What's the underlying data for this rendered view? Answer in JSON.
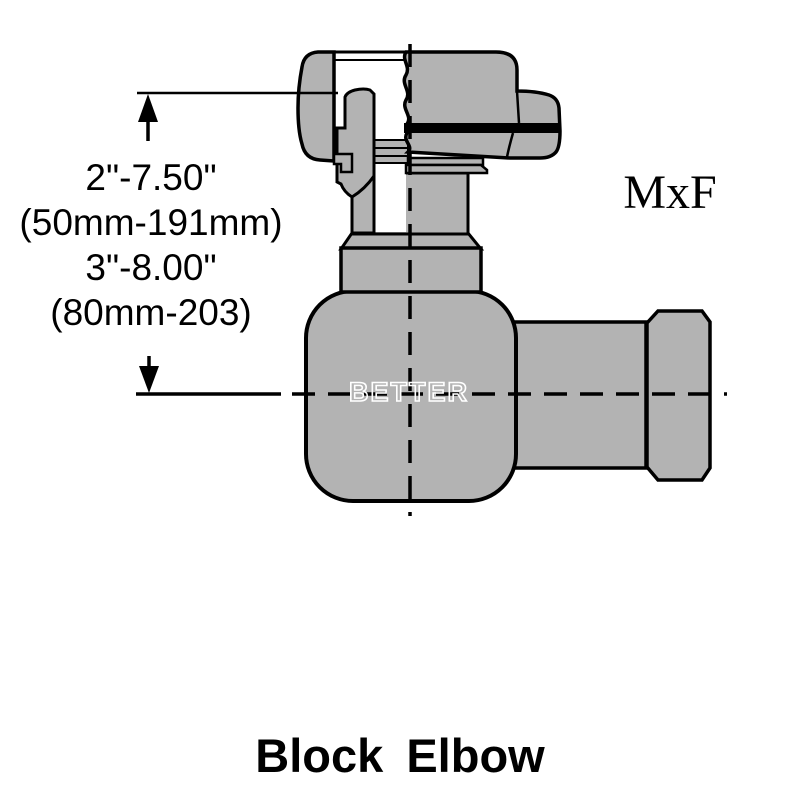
{
  "figure": {
    "dimension_label": {
      "lines": [
        "2\"-7.50\"",
        "(50mm-191mm)",
        "3\"-8.00\"",
        "(80mm-203)"
      ]
    },
    "type_label": "MxF",
    "watermark": "BETTER",
    "title": "Block Elbow"
  },
  "colors": {
    "fitting_gray": "#b3b3b3",
    "outline_black": "#000000",
    "background": "#ffffff"
  }
}
